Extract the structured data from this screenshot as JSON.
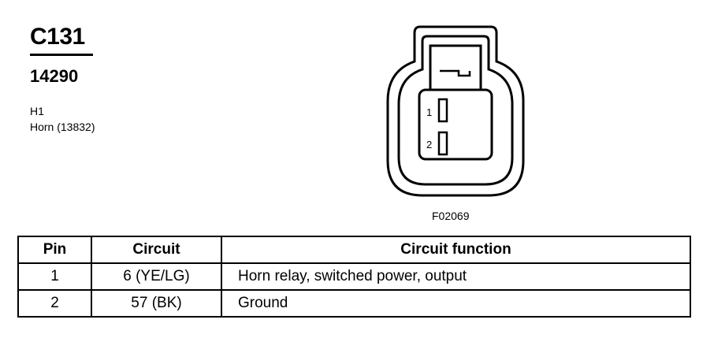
{
  "header": {
    "connector_id": "C131",
    "part_number": "14290",
    "location_code": "H1",
    "component": "Horn (13832)"
  },
  "drawing": {
    "pin_labels": [
      "1",
      "2"
    ],
    "figure_code": "F02069"
  },
  "table": {
    "headers": [
      "Pin",
      "Circuit",
      "Circuit function"
    ],
    "rows": [
      {
        "pin": "1",
        "circuit": "6 (YE/LG)",
        "function": "Horn relay, switched power, output"
      },
      {
        "pin": "2",
        "circuit": "57 (BK)",
        "function": "Ground"
      }
    ]
  }
}
